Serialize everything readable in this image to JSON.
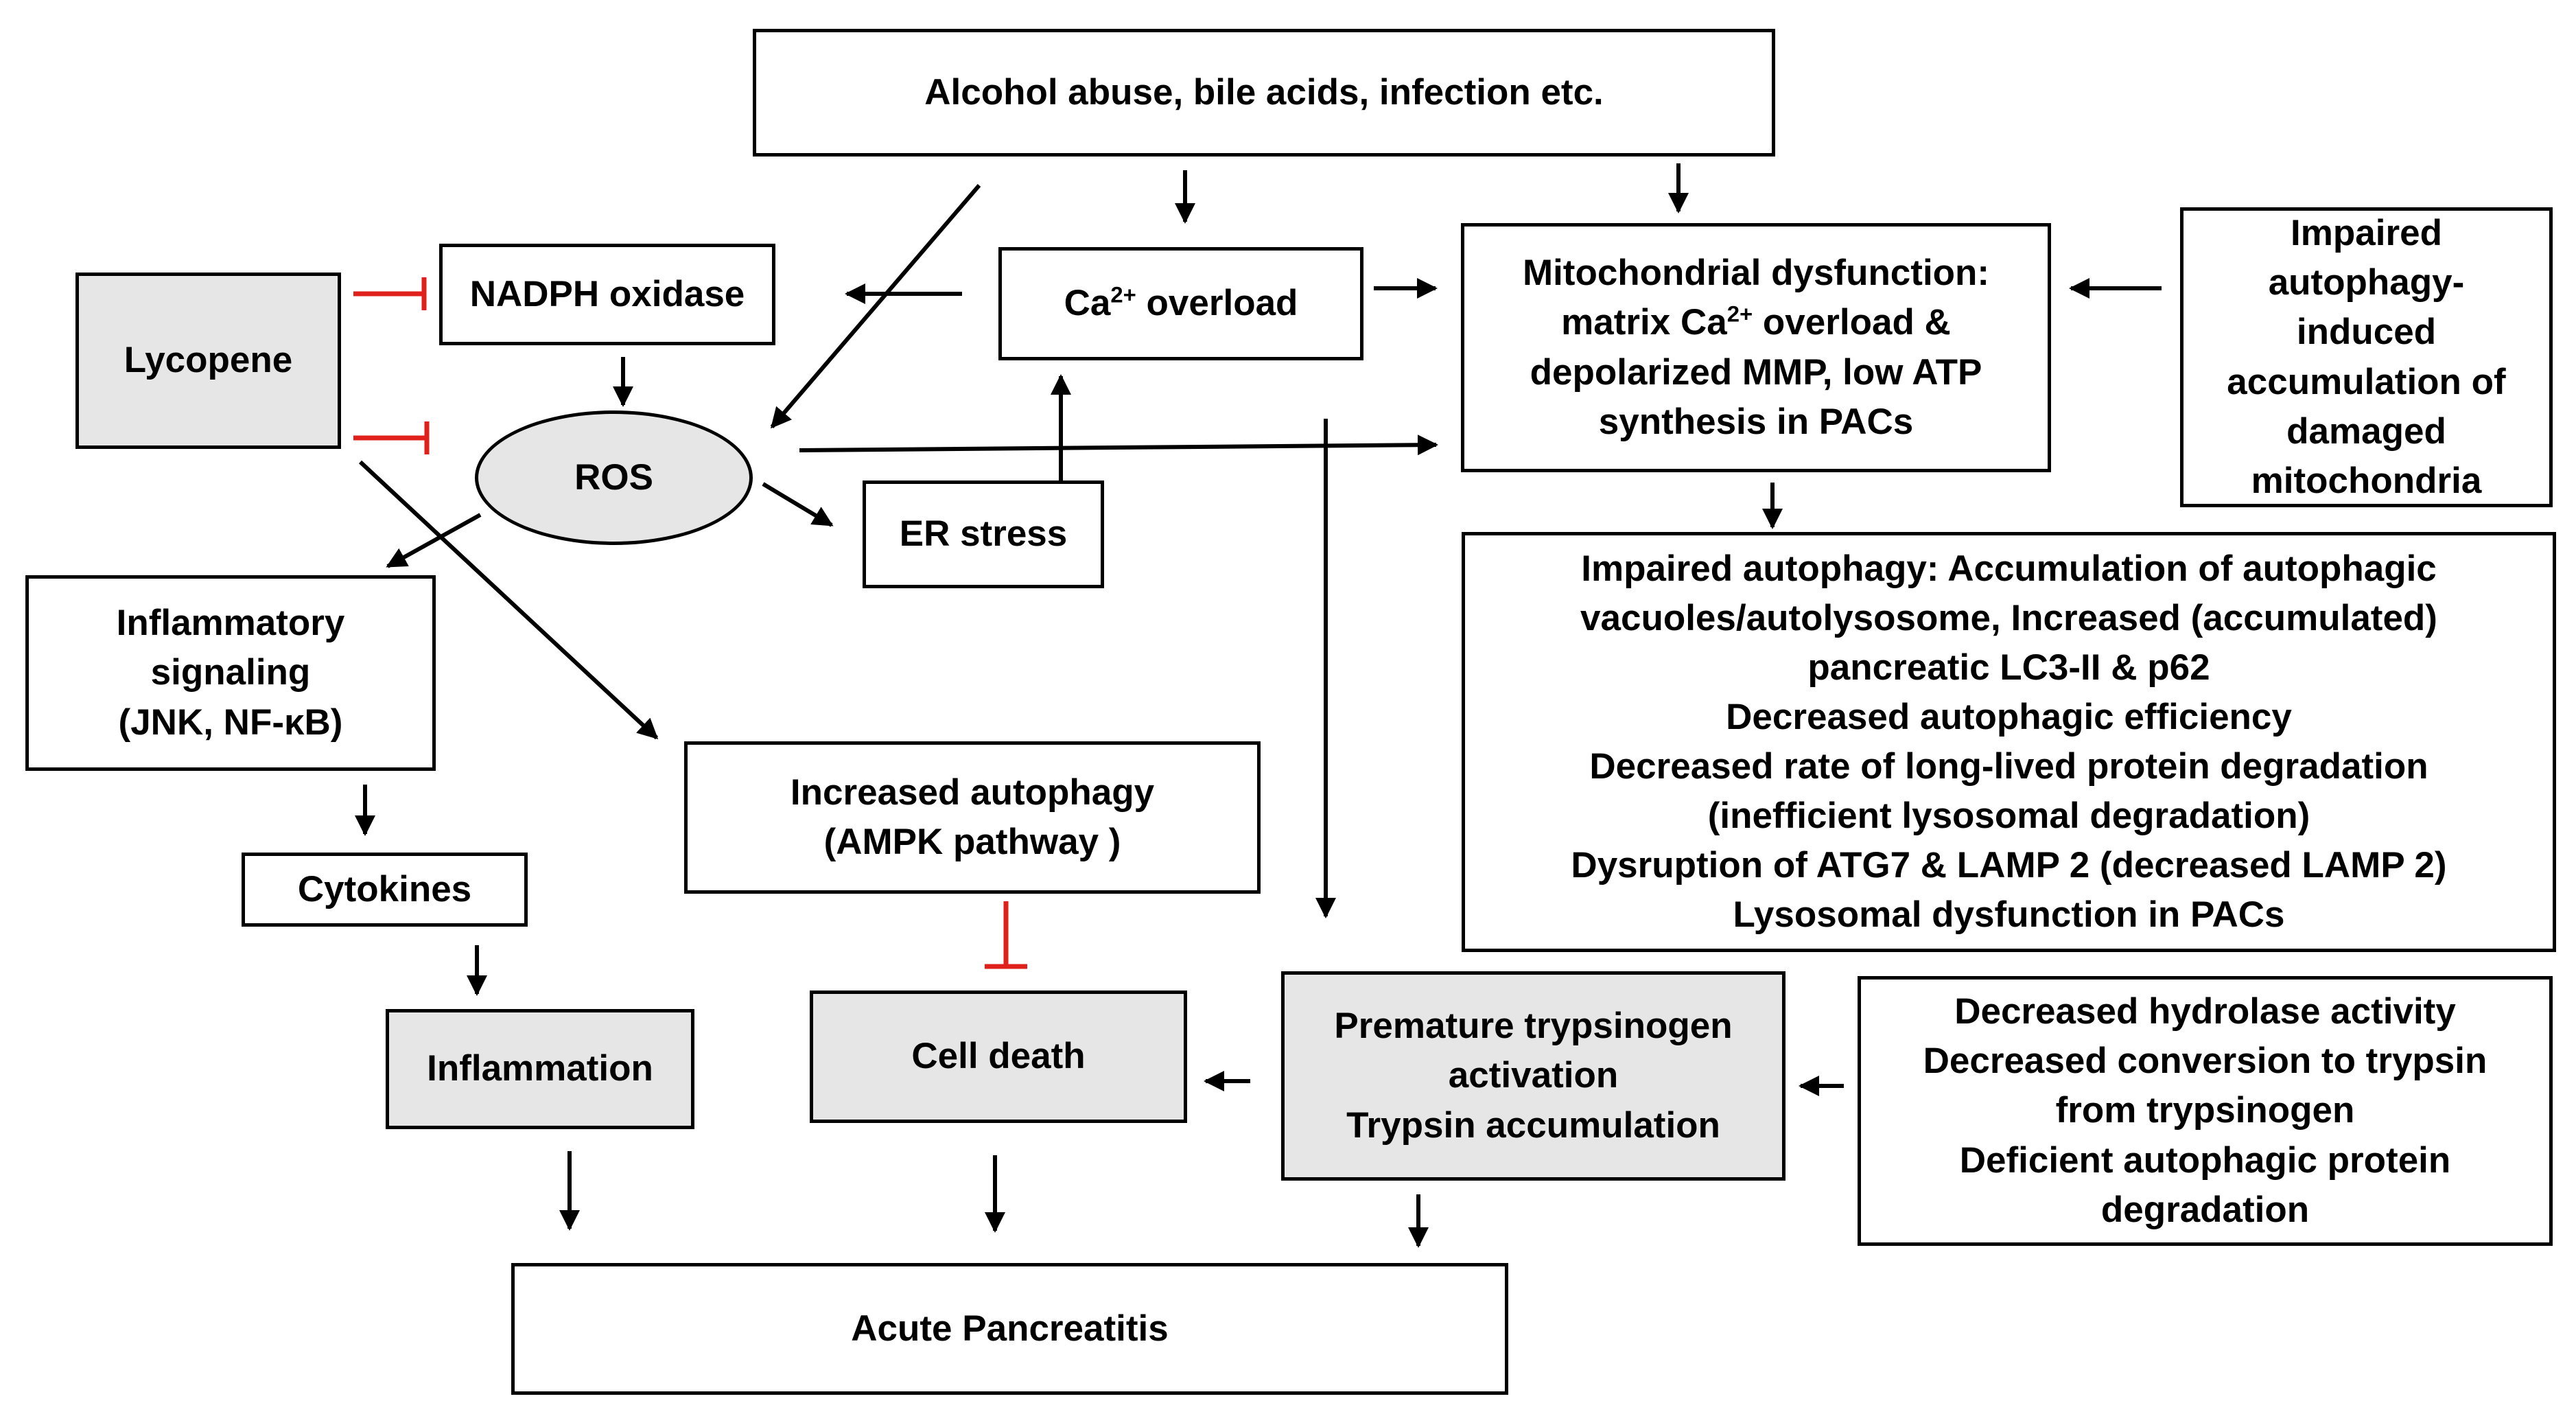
{
  "colors": {
    "stroke": "#000000",
    "inhibit": "#e0201b",
    "highlight_fill": "#e6e6e6",
    "background": "#ffffff"
  },
  "nodes": {
    "triggers": {
      "lines": [
        "Alcohol abuse, bile acids, infection etc."
      ]
    },
    "nadph": {
      "lines": [
        "NADPH oxidase"
      ]
    },
    "ca": {
      "prefix": "Ca",
      "sup": "2+",
      "suffix": " overload"
    },
    "mito": {
      "line1": "Mitochondrial dysfunction:",
      "line2_prefix": "matrix  Ca",
      "line2_sup": "2+",
      "line2_suffix": " overload &",
      "line3": "depolarized MMP, low ATP",
      "line4": "synthesis  in PACs"
    },
    "impaired_mito": {
      "lines": [
        "Impaired",
        "autophagy-",
        "induced",
        "accumulation of",
        "damaged",
        "mitochondria"
      ]
    },
    "lycopene": {
      "lines": [
        "Lycopene"
      ]
    },
    "ros": {
      "lines": [
        "ROS"
      ]
    },
    "er": {
      "lines": [
        "ER stress"
      ]
    },
    "impaired_auto": {
      "lines": [
        "Impaired autophagy: Accumulation of autophagic",
        "vacuoles/autolysosome,  Increased (accumulated)",
        "pancreatic LC3-II & p62",
        "Decreased autophagic efficiency",
        "Decreased rate of long-lived protein degradation",
        "(inefficient lysosomal degradation)",
        "Dysruption of ATG7 & LAMP 2 (decreased LAMP 2)",
        "Lysosomal dysfunction  in PACs"
      ]
    },
    "inflam_sig": {
      "lines": [
        "Inflammatory",
        "signaling",
        "(JNK, NF-κB)"
      ]
    },
    "inc_auto": {
      "lines": [
        "Increased autophagy",
        "(AMPK pathway )"
      ]
    },
    "cytokines": {
      "lines": [
        "Cytokines"
      ]
    },
    "inflammation": {
      "lines": [
        "Inflammation"
      ]
    },
    "cell_death": {
      "lines": [
        "Cell death"
      ]
    },
    "trypsin": {
      "lines": [
        "Premature trypsinogen",
        "activation",
        "Trypsin accumulation"
      ]
    },
    "hydrolase": {
      "lines": [
        "Decreased hydrolase activity",
        "Decreased conversion to trypsin",
        "from trypsinogen",
        "Deficient autophagic protein",
        "degradation"
      ]
    },
    "acute": {
      "lines": [
        "Acute Pancreatitis"
      ]
    }
  }
}
